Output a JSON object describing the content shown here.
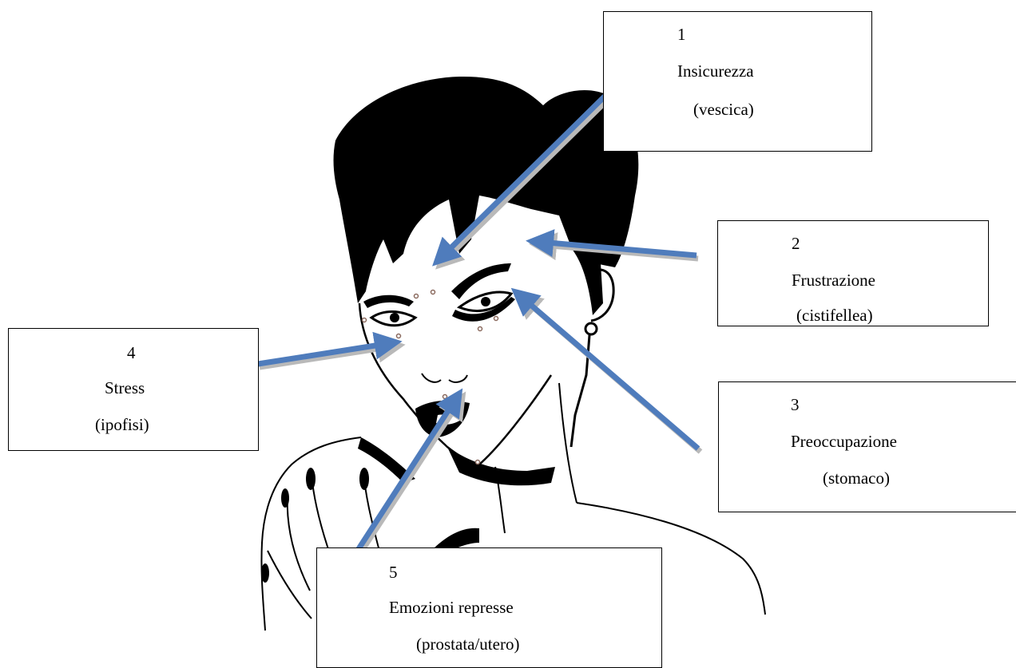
{
  "labels": [
    {
      "number": "1",
      "emotion": "Insicurezza",
      "organ": "(vescica)"
    },
    {
      "number": "2",
      "emotion": "Frustrazione",
      "organ": "(cistifellea)"
    },
    {
      "number": "3",
      "emotion": "Preoccupazione",
      "organ": "(stomaco)"
    },
    {
      "number": "4",
      "emotion": "Stress",
      "organ": "(ipofisi)"
    },
    {
      "number": "5",
      "emotion": "Emozioni represse",
      "organ": "(prostata/utero)"
    }
  ],
  "colors": {
    "arrow": "#4f7cbc",
    "arrow_shadow": "#b9b9b9",
    "ink": "#000000",
    "point": "#8a6a5e",
    "background": "#ffffff"
  },
  "icons": [
    "woman-face-illustration",
    "acupressure-point-marker",
    "arrow"
  ]
}
